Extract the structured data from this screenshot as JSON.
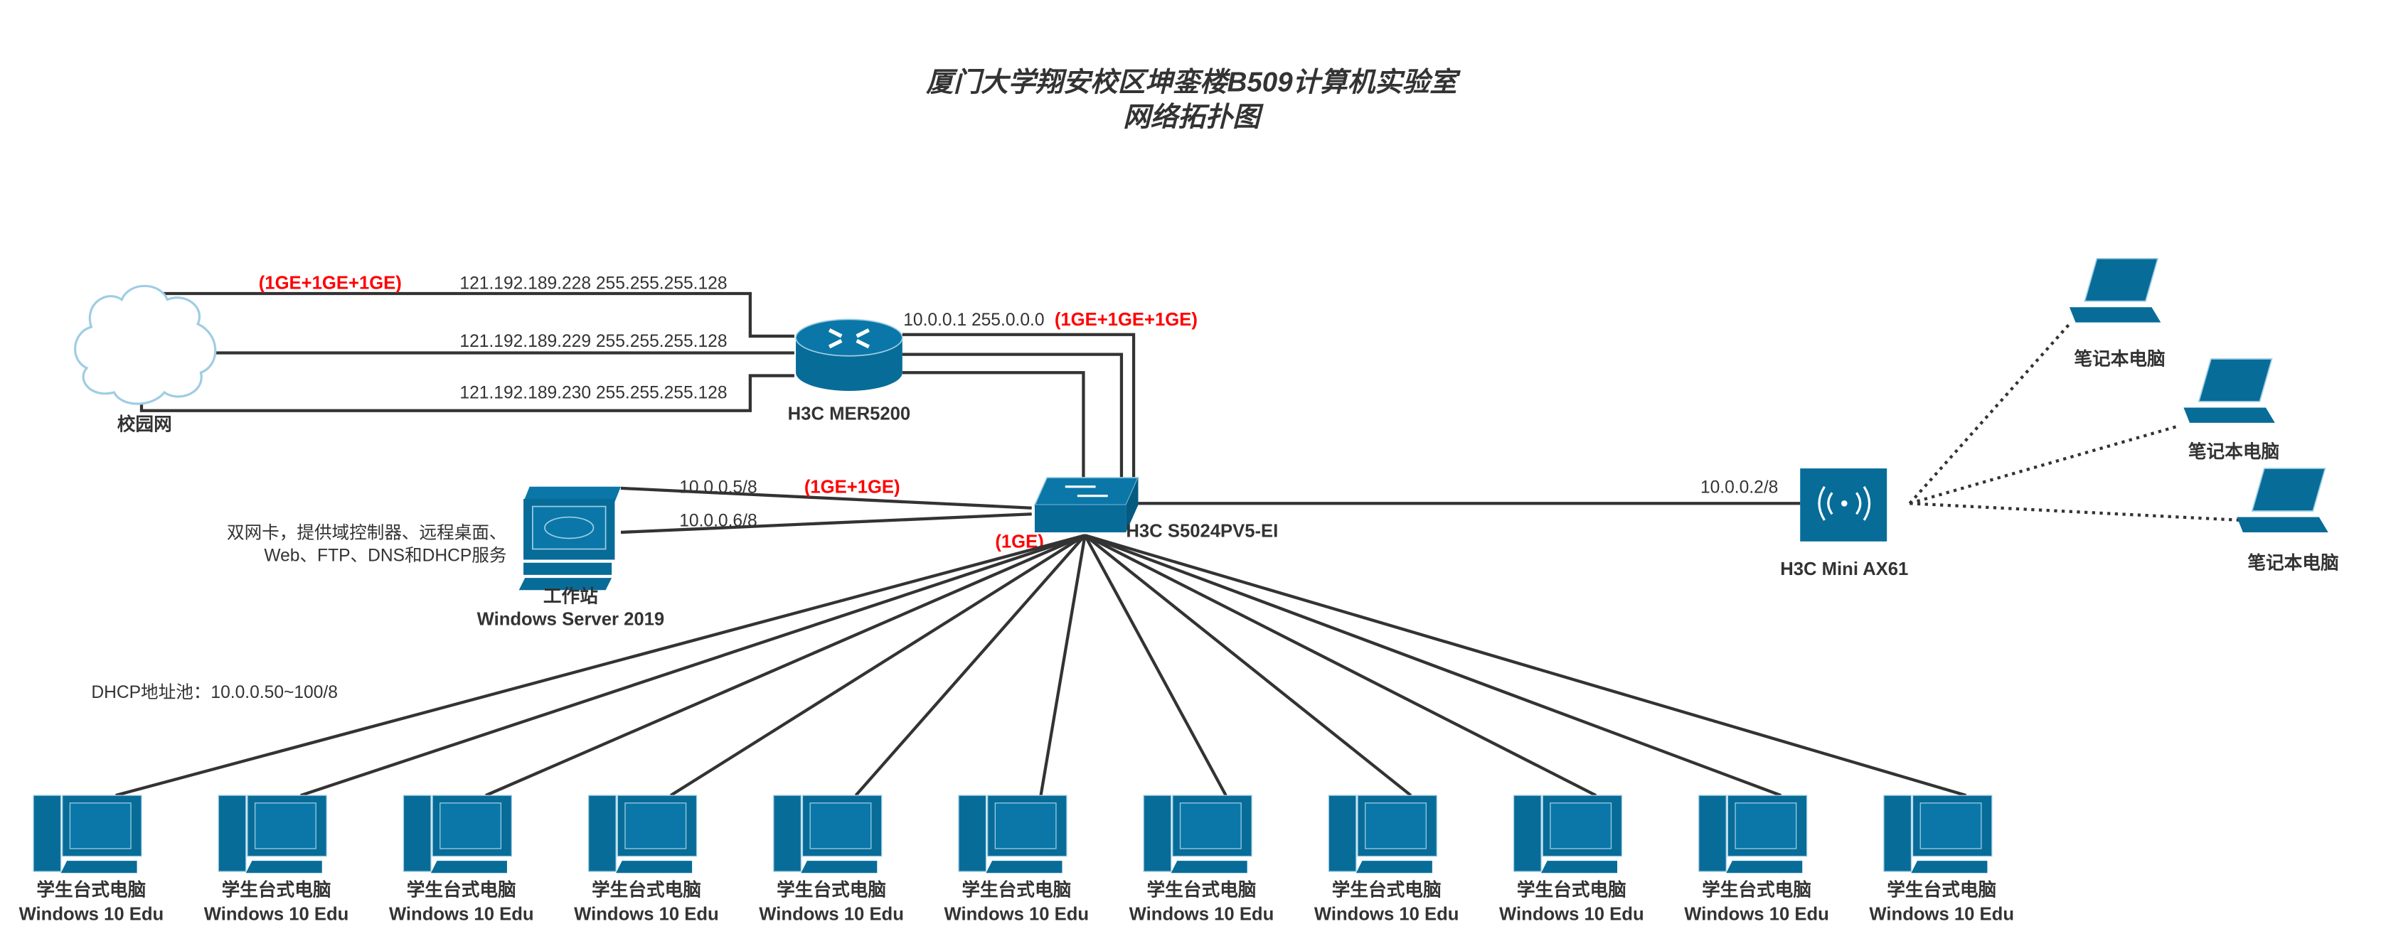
{
  "title": {
    "line1": "厦门大学翔安校区坤銮楼B509计算机实验室",
    "line2": "网络拓扑图"
  },
  "colors": {
    "device": "#086c99",
    "link": "#333333",
    "bandwidth": "#ff0000",
    "cloud": "#9fcde3"
  },
  "cloud": {
    "label": "校园网",
    "icon": "cloud-icon"
  },
  "wan_links": {
    "bandwidth": "(1GE+1GE+1GE)",
    "ip1": "121.192.189.228 255.255.255.128",
    "ip2": "121.192.189.229 255.255.255.128",
    "ip3": "121.192.189.230 255.255.255.128"
  },
  "router": {
    "label": "H3C MER5200",
    "lan_ip": "10.0.0.1 255.0.0.0",
    "lan_bandwidth": "(1GE+1GE+1GE)",
    "icon": "router-icon"
  },
  "switch": {
    "label": "H3C S5024PV5-EI",
    "downlink_bandwidth": "(1GE)",
    "icon": "switch-icon"
  },
  "server": {
    "label": "工作站",
    "os": "Windows Server 2019",
    "note1": "双网卡，提供域控制器、远程桌面、",
    "note2": "Web、FTP、DNS和DHCP服务",
    "ip1": "10.0.0.5/8",
    "ip2": "10.0.0.6/8",
    "bandwidth": "(1GE+1GE)",
    "icon": "server-icon"
  },
  "ap": {
    "label": "H3C Mini AX61",
    "ip": "10.0.0.2/8",
    "icon": "wireless-ap-icon"
  },
  "laptops": [
    {
      "label": "笔记本电脑"
    },
    {
      "label": "笔记本电脑"
    },
    {
      "label": "笔记本电脑"
    }
  ],
  "dhcp_pool": "DHCP地址池：10.0.0.50~100/8",
  "desktops": [
    {
      "label": "学生台式电脑",
      "os": "Windows 10 Edu"
    },
    {
      "label": "学生台式电脑",
      "os": "Windows 10 Edu"
    },
    {
      "label": "学生台式电脑",
      "os": "Windows 10 Edu"
    },
    {
      "label": "学生台式电脑",
      "os": "Windows 10 Edu"
    },
    {
      "label": "学生台式电脑",
      "os": "Windows 10 Edu"
    },
    {
      "label": "学生台式电脑",
      "os": "Windows 10 Edu"
    },
    {
      "label": "学生台式电脑",
      "os": "Windows 10 Edu"
    },
    {
      "label": "学生台式电脑",
      "os": "Windows 10 Edu"
    },
    {
      "label": "学生台式电脑",
      "os": "Windows 10 Edu"
    },
    {
      "label": "学生台式电脑",
      "os": "Windows 10 Edu"
    },
    {
      "label": "学生台式电脑",
      "os": "Windows 10 Edu"
    }
  ]
}
